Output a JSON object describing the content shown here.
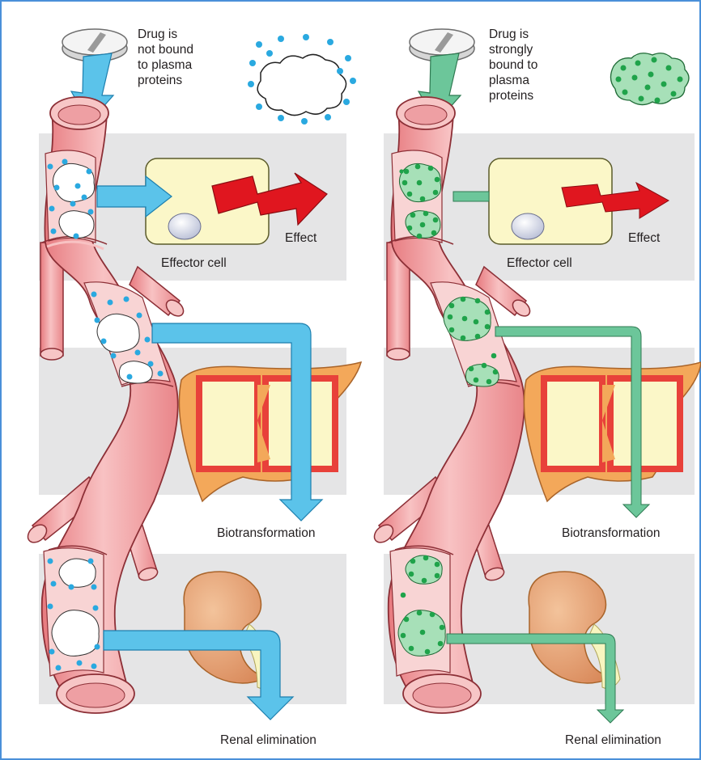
{
  "panels": {
    "left": {
      "drug_note": [
        "Drug is",
        "not bound",
        "to plasma",
        "proteins"
      ],
      "effector_label": "Effector cell",
      "effect_label": "Effect",
      "biotransformation_label": "Biotransformation",
      "renal_label": "Renal elimination",
      "drug_color": "#2aa9e0",
      "arrow_color": "#5bc3ea"
    },
    "right": {
      "drug_note": [
        "Drug is",
        "strongly",
        "bound to",
        "plasma",
        "proteins"
      ],
      "effector_label": "Effector cell",
      "effect_label": "Effect",
      "biotransformation_label": "Biotransformation",
      "renal_label": "Renal elimination",
      "drug_color": "#1fa34a",
      "arrow_color": "#6cc69a"
    }
  },
  "colors": {
    "frame_border": "#4a90d9",
    "band_gray": "#e5e5e6",
    "vessel": "#f2a1a3",
    "vessel_stroke": "#8c2f36",
    "vessel_inner": "#f7c6c6",
    "effector_cell": "#fbf7c8",
    "effect_bolt": "#e0161f",
    "liver": "#f3a85a",
    "liver_red": "#e8413a",
    "kidney": "#e8a877"
  }
}
